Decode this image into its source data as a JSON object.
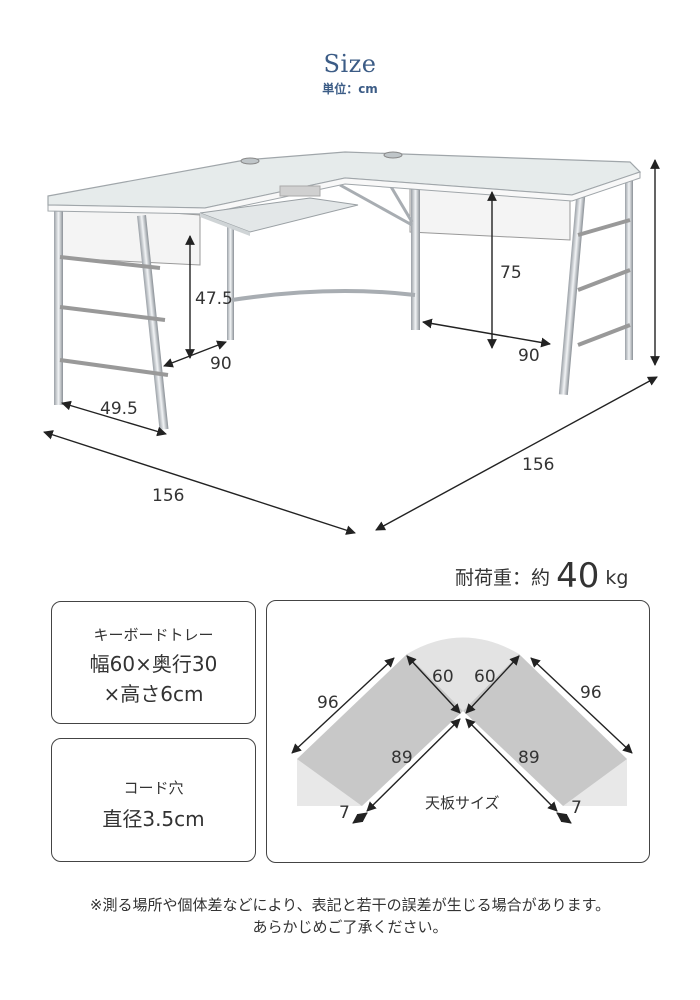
{
  "header": {
    "title": "Size",
    "unit_label": "単位：cm"
  },
  "desk_dimensions": {
    "left_width": "156",
    "right_width": "156",
    "left_depth": "49.5",
    "tray_height": "47.5",
    "left_leg_span": "90",
    "desk_height": "75",
    "right_leg_span": "90"
  },
  "load": {
    "label": "耐荷重：約",
    "value": "40",
    "unit": "kg"
  },
  "keyboard_tray": {
    "title": "キーボードトレー",
    "line1": "幅60×奥行30",
    "line2": "×高さ6cm"
  },
  "cord_hole": {
    "title": "コード穴",
    "value": "直径3.5cm"
  },
  "top_plate": {
    "label": "天板サイズ",
    "left_outer": "96",
    "right_outer": "96",
    "left_inner": "60",
    "right_inner": "60",
    "left_mid": "89",
    "right_mid": "89",
    "left_end": "7",
    "right_end": "7"
  },
  "note": {
    "line1": "※測る場所や個体差などにより、表記と若干の誤差が生じる場合があります。",
    "line2": "あらかじめご了承ください。"
  },
  "colors": {
    "title": "#3c5c86",
    "glass": "#e8ecec",
    "plate": "#c8c8c8",
    "chrome": "#c9cdd2"
  }
}
